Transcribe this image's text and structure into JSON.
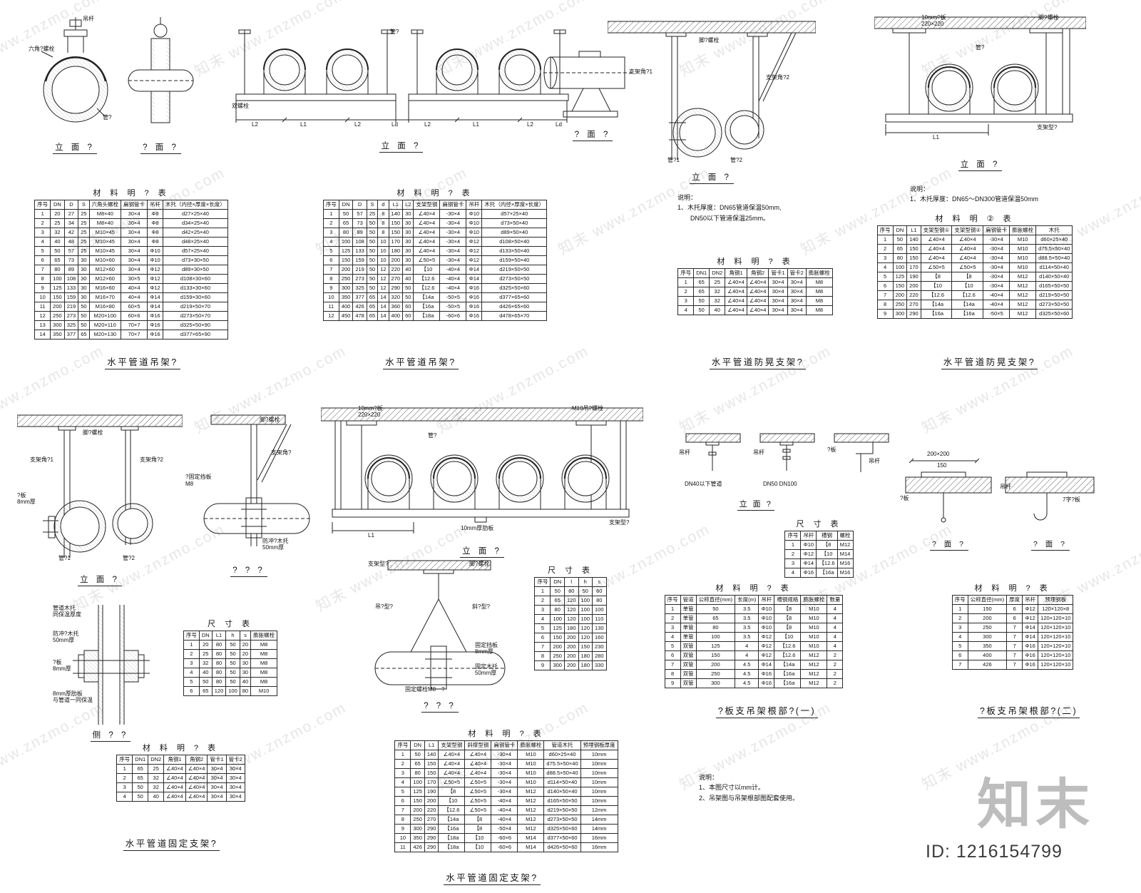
{
  "watermark": {
    "text": "知末 www.znzmo.com",
    "brand": "知末"
  },
  "footer": {
    "brand": "知末",
    "site_id": "ID: 1216154799"
  },
  "captions": {
    "top_a": "立 面 ?",
    "top_b": "? 面 ?",
    "top_c": "立 面 ?",
    "top_d": "? 面 ?",
    "top_e": "立 面 ?",
    "top_f": "立 面 ?",
    "mid_g": "立 面 ?",
    "mid_h": "? ? ?",
    "mid_i": "立 面 ?",
    "mid_j": "侧 ? ?",
    "mid_k": "? ? ?",
    "root_elev": "立 面 ?",
    "root_side1": "? 面 ?",
    "root_side2": "? 面 ?",
    "sec1": "水平管道吊架?",
    "sec2": "水平管道吊架?",
    "sec3": "水平管道防晃支架?",
    "sec4": "水平管道防晃支架?",
    "sec5": "水平管道固定支架?",
    "sec6": "水平管道固定支架?",
    "sec7": "?板支吊架根部?(一)",
    "sec8": "?板支吊架根部?(二)"
  },
  "notes": {
    "n1": {
      "title": "说明：",
      "lines": [
        "1、木托厚度：DN65管道保温50mm,",
        "　　DN50以下管道保温25mm。"
      ]
    },
    "n2": {
      "title": "说明：",
      "lines": [
        "1、木托厚度：DN65～DN300管道保温50mm"
      ]
    },
    "n3": {
      "title": "说明：",
      "lines": [
        "1、本图尺寸以mm计。",
        "2、吊架图与吊架根部图配套使用。"
      ]
    }
  },
  "diagrams": {
    "a": {
      "rod": "吊杆",
      "bolt": "六角?螺栓",
      "pipe": "管?"
    },
    "c": {
      "pipe": "管?",
      "bolt": "双螺栓",
      "dims": [
        "L2",
        "L1",
        "L2",
        "Ld",
        "L2",
        "L1",
        "L2",
        "Ld"
      ]
    },
    "e": {
      "anchor": "脚?螺栓",
      "angle1": "支架角?1",
      "angle2": "支架角?2",
      "clamp1": "管?1",
      "clamp2": "管?2"
    },
    "f": {
      "plate": "10mm?板",
      "plate_size": "220×220",
      "anchor": "脚?螺栓",
      "pipe": "管?",
      "frame": "支架型?",
      "dim": "L1"
    },
    "g": {
      "anchor": "脚?螺栓",
      "angle1": "支架角?1",
      "angle2": "支架角?2",
      "plate": "?板",
      "plate_t": "8mm厚",
      "clamp1": "管?1",
      "clamp2": "管?2"
    },
    "h": {
      "anchor": "脚?螺栓",
      "angle": "支架角?",
      "stop": "?固定挡板",
      "stop_bolt": "M8",
      "wood": "防冲?木托",
      "wood_t": "50mm厚"
    },
    "i": {
      "plate": "10mm?板",
      "plate_size": "220×220",
      "bolt": "M10吊?螺栓",
      "pipe": "管?",
      "rib": "10mm厚肋板",
      "frame": "支架型?",
      "dim": "L1"
    },
    "j": {
      "wood1": "管道木托",
      "wood1_t": "同保温厚度",
      "wood2": "防冲?木托",
      "wood2_t": "50mm厚",
      "plate": "?板",
      "plate_t": "8mm厚",
      "rib": "8mm厚肋板",
      "rib_t": "与管道一同保温"
    },
    "k": {
      "frame": "支架型?",
      "anchor": "脚?螺栓",
      "hang": "吊?型?",
      "brace": "斜?型?",
      "stop": "固定挡板",
      "stop_t": "8mm厚",
      "wood": "固定木托",
      "wood_t": "50mm厚",
      "bolt": "固定螺栓M8一?"
    },
    "r1": {
      "rod": "吊杆",
      "note": "DN40以下管道"
    },
    "r2": {
      "rod": "吊杆",
      "note": "DN50 DN100"
    },
    "r3": {
      "rod": "吊杆",
      "plate": "?板"
    },
    "p1": {
      "size": "200×200",
      "dim": "150",
      "plate": "?板"
    },
    "p2": {
      "rod": "吊杆",
      "plate": "7字?板"
    }
  },
  "tables": {
    "t1": {
      "title": "材 料 明 ? 表",
      "headers": [
        "序号",
        "DN",
        "D",
        "S",
        "六角头螺栓",
        "扁钢管卡",
        "吊杆",
        "木托（内径×厚度×长度）"
      ],
      "rows": [
        [
          "1",
          "20",
          "27",
          "25",
          "M8×40",
          "30×4",
          "Φ8",
          "d27×25×40"
        ],
        [
          "2",
          "25",
          "34",
          "25",
          "M8×40",
          "30×4",
          "Φ8",
          "d34×25×40"
        ],
        [
          "3",
          "32",
          "42",
          "25",
          "M10×45",
          "30×4",
          "Φ8",
          "d42×25×40"
        ],
        [
          "4",
          "40",
          "48",
          "25",
          "M10×45",
          "30×4",
          "Φ8",
          "d48×25×40"
        ],
        [
          "5",
          "50",
          "57",
          "25",
          "M10×45",
          "30×4",
          "Φ10",
          "d57×25×40"
        ],
        [
          "6",
          "65",
          "73",
          "30",
          "M10×60",
          "30×4",
          "Φ10",
          "d73×30×50"
        ],
        [
          "7",
          "80",
          "89",
          "30",
          "M12×60",
          "30×4",
          "Φ12",
          "d89×30×50"
        ],
        [
          "8",
          "100",
          "108",
          "30",
          "M12×60",
          "30×5",
          "Φ12",
          "d108×30×60"
        ],
        [
          "9",
          "125",
          "133",
          "30",
          "M16×60",
          "40×4",
          "Φ12",
          "d133×30×60"
        ],
        [
          "10",
          "150",
          "159",
          "30",
          "M16×70",
          "40×4",
          "Φ14",
          "d159×30×60"
        ],
        [
          "11",
          "200",
          "219",
          "50",
          "M16×80",
          "60×5",
          "Φ14",
          "d219×50×70"
        ],
        [
          "12",
          "250",
          "273",
          "50",
          "M20×100",
          "60×6",
          "Φ16",
          "d273×50×70"
        ],
        [
          "13",
          "300",
          "325",
          "50",
          "M20×110",
          "70×7",
          "Φ16",
          "d325×50×90"
        ],
        [
          "14",
          "350",
          "377",
          "65",
          "M20×130",
          "70×7",
          "Φ16",
          "d377×65×90"
        ]
      ]
    },
    "t2": {
      "title": "材 料 明 ? 表",
      "headers": [
        "序号",
        "DN",
        "D",
        "S",
        "d",
        "L1",
        "L2",
        "支架型钢",
        "扁钢管卡",
        "吊杆",
        "木托（内径×厚度×长度）"
      ],
      "rows": [
        [
          "1",
          "50",
          "57",
          "25",
          "8",
          "140",
          "30",
          "∠40×4",
          "-30×4",
          "Φ10",
          "d57×25×40"
        ],
        [
          "2",
          "65",
          "73",
          "50",
          "8",
          "150",
          "30",
          "∠40×4",
          "-30×4",
          "Φ10",
          "d73×50×40"
        ],
        [
          "3",
          "80",
          "89",
          "50",
          "8",
          "150",
          "30",
          "∠40×4",
          "-30×4",
          "Φ10",
          "d89×50×40"
        ],
        [
          "4",
          "100",
          "108",
          "50",
          "10",
          "170",
          "30",
          "∠40×4",
          "-30×4",
          "Φ12",
          "d108×50×40"
        ],
        [
          "5",
          "125",
          "133",
          "50",
          "10",
          "180",
          "30",
          "∠40×4",
          "-30×4",
          "Φ12",
          "d133×50×40"
        ],
        [
          "6",
          "150",
          "159",
          "50",
          "10",
          "200",
          "30",
          "∠50×5",
          "-30×4",
          "Φ12",
          "d159×50×40"
        ],
        [
          "7",
          "200",
          "219",
          "50",
          "12",
          "220",
          "40",
          "【10",
          "-40×4",
          "Φ14",
          "d219×50×50"
        ],
        [
          "8",
          "250",
          "273",
          "50",
          "12",
          "270",
          "40",
          "【12.6",
          "-40×4",
          "Φ14",
          "d273×50×50"
        ],
        [
          "9",
          "300",
          "325",
          "50",
          "12",
          "290",
          "50",
          "【12.6",
          "-40×4",
          "Φ16",
          "d325×50×60"
        ],
        [
          "10",
          "350",
          "377",
          "65",
          "14",
          "320",
          "50",
          "【14a",
          "-50×5",
          "Φ16",
          "d377×65×60"
        ],
        [
          "11",
          "400",
          "426",
          "65",
          "14",
          "360",
          "60",
          "【16a",
          "-50×5",
          "Φ16",
          "d426×65×60"
        ],
        [
          "12",
          "450",
          "478",
          "65",
          "14",
          "400",
          "60",
          "【18a",
          "-60×6",
          "Φ16",
          "d478×65×70"
        ]
      ]
    },
    "t3": {
      "title": "材 料 明 ? 表",
      "headers": [
        "序号",
        "DN1",
        "DN2",
        "角钢1",
        "角钢2",
        "管卡1",
        "管卡2",
        "膨胀螺栓"
      ],
      "rows": [
        [
          "1",
          "65",
          "25",
          "∠40×4",
          "∠40×4",
          "30×4",
          "30×4",
          "M8"
        ],
        [
          "2",
          "65",
          "32",
          "∠40×4",
          "∠40×4",
          "30×4",
          "30×4",
          "M8"
        ],
        [
          "3",
          "50",
          "32",
          "∠40×4",
          "∠40×4",
          "30×4",
          "30×4",
          "M8"
        ],
        [
          "4",
          "50",
          "40",
          "∠40×4",
          "∠40×4",
          "30×4",
          "30×4",
          "M8"
        ]
      ]
    },
    "t4": {
      "title": "材 料 明 ② 表",
      "headers": [
        "序号",
        "DN",
        "L1",
        "支架型钢①",
        "支架型钢②",
        "扁钢管卡",
        "膨胀螺栓",
        "木托"
      ],
      "rows": [
        [
          "1",
          "50",
          "140",
          "∠40×4",
          "∠40×4",
          "-30×4",
          "M10",
          "d60×25×40"
        ],
        [
          "2",
          "65",
          "150",
          "∠40×4",
          "∠40×4",
          "-30×4",
          "M10",
          "d75.5×50×40"
        ],
        [
          "3",
          "80",
          "150",
          "∠40×4",
          "∠40×4",
          "-30×4",
          "M10",
          "d88.5×50×40"
        ],
        [
          "4",
          "100",
          "170",
          "∠50×5",
          "∠50×5",
          "-30×4",
          "M10",
          "d114×50×40"
        ],
        [
          "5",
          "125",
          "190",
          "【8",
          "【8",
          "-30×4",
          "M12",
          "d140×50×40"
        ],
        [
          "6",
          "150",
          "200",
          "【10",
          "【10",
          "-30×4",
          "M12",
          "d165×50×50"
        ],
        [
          "7",
          "200",
          "220",
          "【12.6",
          "【12.6",
          "-40×4",
          "M12",
          "d219×50×50"
        ],
        [
          "8",
          "250",
          "270",
          "【14a",
          "【14a",
          "-40×4",
          "M12",
          "d273×50×50"
        ],
        [
          "9",
          "300",
          "290",
          "【16a",
          "【16a",
          "-50×5",
          "M12",
          "d325×50×60"
        ]
      ]
    },
    "t5": {
      "title": "材 料 明 ? 表",
      "headers": [
        "序号",
        "DN",
        "L1",
        "支架型钢",
        "斜撑型钢",
        "扁钢管卡",
        "膨胀螺栓",
        "管道木托",
        "预埋钢板厚度"
      ],
      "rows": [
        [
          "1",
          "50",
          "140",
          "∠40×4",
          "∠40×4",
          "-30×4",
          "M10",
          "d60×25×40",
          "10mm"
        ],
        [
          "2",
          "65",
          "150",
          "∠40×4",
          "∠40×4",
          "-30×4",
          "M10",
          "d75.5×50×40",
          "10mm"
        ],
        [
          "3",
          "80",
          "150",
          "∠40×4",
          "∠40×4",
          "-30×4",
          "M10",
          "d88.5×50×40",
          "10mm"
        ],
        [
          "4",
          "100",
          "170",
          "∠50×5",
          "∠50×5",
          "-30×4",
          "M10",
          "d114×50×40",
          "10mm"
        ],
        [
          "5",
          "125",
          "190",
          "【8",
          "∠50×5",
          "-30×4",
          "M12",
          "d140×50×40",
          "10mm"
        ],
        [
          "6",
          "150",
          "200",
          "【10",
          "∠50×5",
          "-40×4",
          "M12",
          "d165×50×50",
          "10mm"
        ],
        [
          "7",
          "200",
          "220",
          "【12.6",
          "∠50×5",
          "-40×4",
          "M12",
          "d219×50×50",
          "12mm"
        ],
        [
          "8",
          "250",
          "270",
          "【14a",
          "【8",
          "-40×4",
          "M12",
          "d273×50×50",
          "14mm"
        ],
        [
          "9",
          "300",
          "290",
          "【16a",
          "【8",
          "-50×4",
          "M12",
          "d325×50×60",
          "14mm"
        ],
        [
          "10",
          "350",
          "290",
          "【18a",
          "【10",
          "-60×6",
          "M14",
          "d377×50×60",
          "16mm"
        ],
        [
          "11",
          "426",
          "290",
          "【18a",
          "【10",
          "-60×6",
          "M14",
          "d426×50×60",
          "16mm"
        ]
      ]
    },
    "t6": {
      "title": "尺 寸 表",
      "headers": [
        "序号",
        "DN",
        "L1",
        "h",
        "s",
        "膨胀螺栓"
      ],
      "rows": [
        [
          "1",
          "20",
          "80",
          "50",
          "20",
          "M8"
        ],
        [
          "2",
          "25",
          "80",
          "50",
          "20",
          "M8"
        ],
        [
          "3",
          "32",
          "80",
          "50",
          "30",
          "M8"
        ],
        [
          "4",
          "40",
          "80",
          "50",
          "30",
          "M8"
        ],
        [
          "5",
          "50",
          "80",
          "50",
          "40",
          "M8"
        ],
        [
          "6",
          "65",
          "120",
          "100",
          "80",
          "M10"
        ]
      ]
    },
    "t7": {
      "title": "尺 寸 表",
      "headers": [
        "序号",
        "DN",
        "l",
        "h",
        "s"
      ],
      "rows": [
        [
          "1",
          "50",
          "80",
          "50",
          "60"
        ],
        [
          "2",
          "65",
          "120",
          "100",
          "80"
        ],
        [
          "3",
          "80",
          "120",
          "100",
          "100"
        ],
        [
          "4",
          "100",
          "120",
          "100",
          "110"
        ],
        [
          "5",
          "125",
          "180",
          "120",
          "130"
        ],
        [
          "6",
          "150",
          "200",
          "120",
          "160"
        ],
        [
          "7",
          "200",
          "200",
          "150",
          "230"
        ],
        [
          "8",
          "250",
          "200",
          "180",
          "280"
        ],
        [
          "9",
          "300",
          "200",
          "180",
          "330"
        ]
      ]
    },
    "t8": {
      "title": "材 料 明 ? 表",
      "headers": [
        "序号",
        "DN1",
        "DN2",
        "角钢1",
        "角钢2",
        "管卡1",
        "管卡2"
      ],
      "rows": [
        [
          "1",
          "65",
          "25",
          "∠40×4",
          "∠40×4",
          "30×4",
          "30×4"
        ],
        [
          "2",
          "65",
          "32",
          "∠40×4",
          "∠40×4",
          "30×4",
          "30×4"
        ],
        [
          "3",
          "50",
          "32",
          "∠40×4",
          "∠40×4",
          "30×4",
          "30×4"
        ],
        [
          "4",
          "50",
          "40",
          "∠40×4",
          "∠40×4",
          "30×4",
          "30×4"
        ]
      ]
    },
    "t9": {
      "title": "尺 寸 表",
      "headers": [
        "序号",
        "吊杆",
        "槽钢",
        "螺栓"
      ],
      "rows": [
        [
          "1",
          "Φ10",
          "【8",
          "M12"
        ],
        [
          "2",
          "Φ12",
          "【10",
          "M14"
        ],
        [
          "3",
          "Φ14",
          "【12.6",
          "M16"
        ],
        [
          "4",
          "Φ16",
          "【16a",
          "M16"
        ]
      ]
    },
    "t10": {
      "title": "材 料 明 ? 表",
      "headers": [
        "序号",
        "管道",
        "公称直径(mm)",
        "长度(m)",
        "吊杆",
        "槽钢规格",
        "膨胀螺栓",
        "数量"
      ],
      "rows": [
        [
          "1",
          "单管",
          "50",
          "3.5",
          "Φ10",
          "【8",
          "M10",
          "4"
        ],
        [
          "2",
          "单管",
          "65",
          "3.5",
          "Φ10",
          "【8",
          "M10",
          "4"
        ],
        [
          "3",
          "单管",
          "80",
          "3.5",
          "Φ10",
          "【8",
          "M10",
          "4"
        ],
        [
          "4",
          "单管",
          "100",
          "3.5",
          "Φ12",
          "【10",
          "M10",
          "4"
        ],
        [
          "5",
          "双管",
          "125",
          "4",
          "Φ12",
          "【12.6",
          "M10",
          "4"
        ],
        [
          "6",
          "双管",
          "150",
          "4",
          "Φ12",
          "【12.6",
          "M12",
          "2"
        ],
        [
          "7",
          "双管",
          "200",
          "4.5",
          "Φ14",
          "【14a",
          "M12",
          "2"
        ],
        [
          "8",
          "双管",
          "250",
          "4.5",
          "Φ16",
          "【16a",
          "M12",
          "2"
        ],
        [
          "9",
          "双管",
          "300",
          "4.5",
          "Φ16",
          "【16a",
          "M12",
          "2"
        ]
      ]
    },
    "t11": {
      "title": "材 料 明 ? 表",
      "headers": [
        "序号",
        "公称直径(mm)",
        "厚度",
        "吊杆",
        "预埋钢板"
      ],
      "rows": [
        [
          "1",
          "150",
          "6",
          "Φ12",
          "120×120×8"
        ],
        [
          "2",
          "200",
          "6",
          "Φ12",
          "120×120×10"
        ],
        [
          "3",
          "250",
          "7",
          "Φ14",
          "120×120×10"
        ],
        [
          "4",
          "300",
          "7",
          "Φ14",
          "120×120×10"
        ],
        [
          "5",
          "350",
          "7",
          "Φ16",
          "120×120×10"
        ],
        [
          "6",
          "400",
          "7",
          "Φ16",
          "120×120×10"
        ],
        [
          "7",
          "426",
          "7",
          "Φ16",
          "120×120×10"
        ]
      ]
    }
  }
}
